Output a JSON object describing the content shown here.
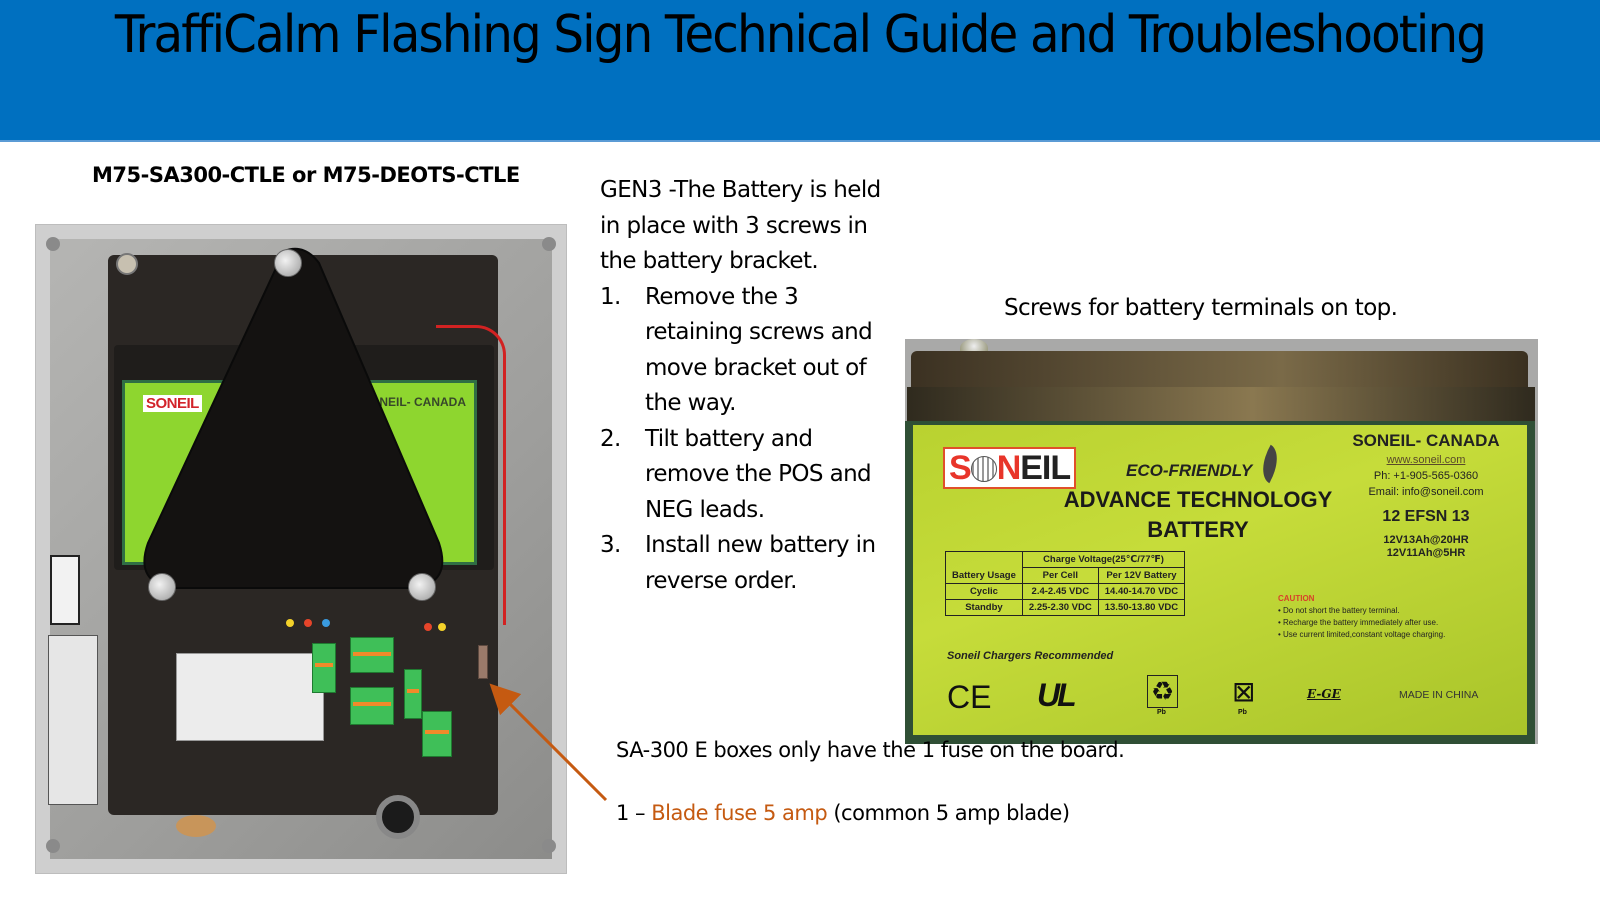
{
  "header": {
    "title": "TraffiCalm Flashing Sign Technical Guide and Troubleshooting",
    "background_color": "#0070c0"
  },
  "left_panel": {
    "model_heading": "M75-SA300-CTLE or M75-DEOTS-CTLE",
    "photo": {
      "description": "Open gray enclosure with Soneil battery held by black triangular bracket and controller board",
      "battery_logo": "SONEIL",
      "battery_brand_right": "SONEIL- CANADA"
    }
  },
  "instructions": {
    "intro": "GEN3 -The Battery is held in place with 3 screws in the battery bracket.",
    "steps": [
      {
        "num": "1.",
        "text": "Remove the 3 retaining screws and move bracket out of the way."
      },
      {
        "num": "2.",
        "text": "Tilt battery and remove the POS and NEG leads."
      },
      {
        "num": "3.",
        "text": "Install new battery in reverse order."
      }
    ]
  },
  "battery_panel": {
    "caption": "Screws for battery terminals on top.",
    "label": {
      "logo": {
        "s": "S",
        "n": "N",
        "eil": "EIL"
      },
      "eco": "ECO-FRIENDLY",
      "headline_1": "ADVANCE TECHNOLOGY",
      "headline_2": "BATTERY",
      "company": "SONEIL- CANADA",
      "url": "www.soneil.com",
      "phone": "Ph: +1-905-565-0360",
      "email": "Email: info@soneil.com",
      "model": "12 EFSN 13",
      "capacity_1": "12V13Ah@20HR",
      "capacity_2": "12V11Ah@5HR",
      "table": {
        "col_usage": "Battery Usage",
        "col_group": "Charge Voltage(25℃/77℉)",
        "col_cell": "Per Cell",
        "col_battery": "Per 12V Battery",
        "rows": [
          {
            "usage": "Cyclic",
            "cell": "2.4-2.45 VDC",
            "battery": "14.40-14.70 VDC"
          },
          {
            "usage": "Standby",
            "cell": "2.25-2.30 VDC",
            "battery": "13.50-13.80 VDC"
          }
        ]
      },
      "caution_title": "CAUTION",
      "caution_items": [
        "• Do not short the battery terminal.",
        "• Recharge the battery immediately after use.",
        "• Use current limited,constant voltage charging."
      ],
      "chargers": "Soneil Chargers Recommended",
      "marks": {
        "ce": "CE",
        "ul": "UL",
        "recycle": "♻",
        "recycle_sub": "Pb",
        "bin": "⊠",
        "bin_sub": "Pb",
        "ege": "E-GE"
      },
      "made_in": "MADE IN CHINA"
    }
  },
  "fuse_info": {
    "note": "SA-300 E boxes only have the 1 fuse on the board.",
    "prefix": "1 – ",
    "fuse_name": "Blade fuse 5 amp",
    "suffix": " (common 5 amp blade)",
    "accent_color": "#c55a11"
  }
}
